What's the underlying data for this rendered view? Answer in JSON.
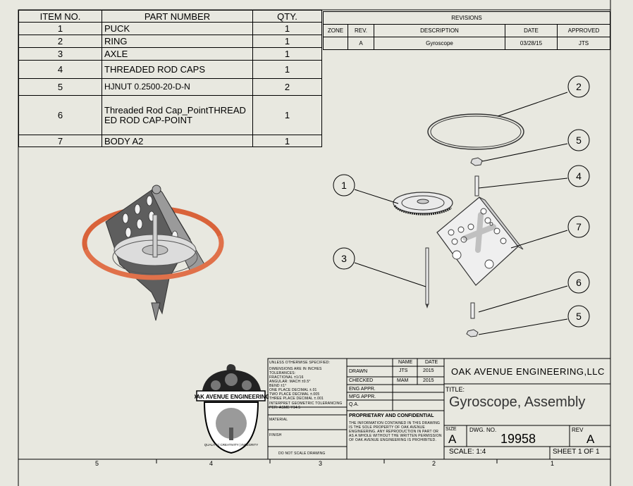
{
  "bom": {
    "headers": [
      "ITEM NO.",
      "PART NUMBER",
      "QTY."
    ],
    "rows": [
      {
        "item": "1",
        "part": "PUCK",
        "qty": "1"
      },
      {
        "item": "2",
        "part": "RING",
        "qty": "1"
      },
      {
        "item": "3",
        "part": "AXLE",
        "qty": "1"
      },
      {
        "item": "4",
        "part": "THREADED ROD CAPS",
        "qty": "1"
      },
      {
        "item": "5",
        "part": "HJNUT 0.2500-20-D-N",
        "qty": "2"
      },
      {
        "item": "6",
        "part": "Threaded Rod Cap_PointTHREADED ROD CAP-POINT",
        "qty": "1"
      },
      {
        "item": "7",
        "part": "BODY A2",
        "qty": "1"
      }
    ]
  },
  "revisions": {
    "title": "REVISIONS",
    "headers": [
      "ZONE",
      "REV.",
      "DESCRIPTION",
      "DATE",
      "APPROVED"
    ],
    "row": {
      "zone": "",
      "rev": "A",
      "description": "Gyroscope",
      "date": "03/28/15",
      "approved": "JTS"
    }
  },
  "balloons": [
    "2",
    "5",
    "4",
    "1",
    "7",
    "3",
    "6",
    "5"
  ],
  "title_block": {
    "company": "OAK AVENUE ENGINEERING,LLC",
    "title_label": "TITLE:",
    "title": "Gyroscope, Assembly",
    "size_label": "SIZE",
    "size": "A",
    "dwg_no_label": "DWG. NO.",
    "dwg_no": "19958",
    "rev_label": "REV",
    "rev": "A",
    "scale": "SCALE: 1:4",
    "sheet": "SHEET 1 OF 1",
    "col_name": "NAME",
    "col_date": "DATE",
    "drawn_label": "DRAWN",
    "drawn_name": "JTS",
    "drawn_date": "2015",
    "checked_label": "CHECKED",
    "checked_name": "MAM",
    "checked_date": "2015",
    "eng_appr": "ENG APPR.",
    "mfg_appr": "MFG APPR.",
    "qa": "Q.A.",
    "tolerance_header": "UNLESS OTHERWISE SPECIFIED:",
    "tolerance_lines": [
      "DIMENSIONS ARE IN INCHES",
      "TOLERANCES:",
      "FRACTIONAL ±1/16",
      "ANGULAR: MACH ±0.5°",
      "BEND ±1°",
      "ONE PLACE DECIMAL   ±.01",
      "TWO PLACE DECIMAL   ±.005",
      "THREE PLACE DECIMAL ±.001"
    ],
    "interpret": "INTERPRET GEOMETRIC TOLERANCING PER: ASME Y14.5",
    "material": "MATERIAL",
    "finish": "FINISH",
    "do_not_scale": "DO NOT SCALE DRAWING",
    "proprietary_title": "PROPRIETARY AND CONFIDENTIAL",
    "proprietary_text": "THE INFORMATION CONTAINED IN THIS DRAWING IS THE SOLE PROPERTY OF OAK AVENUE ENGINEERING. ANY REPRODUCTION IN PART OR AS A WHOLE WITHOUT THE WRITTEN PERMISSION OF OAK AVENUE ENGINEERING IS PROHIBITED."
  },
  "logo": {
    "banner": "OAK AVENUE ENGINEERING",
    "motto": "QUALITY | CREATIVITY | INTEGRITY"
  },
  "zones": [
    "5",
    "4",
    "3",
    "2",
    "1"
  ],
  "colors": {
    "ring": "#e0714a",
    "background": "#e8e8e0",
    "body_plate": "#6b6b6b"
  }
}
